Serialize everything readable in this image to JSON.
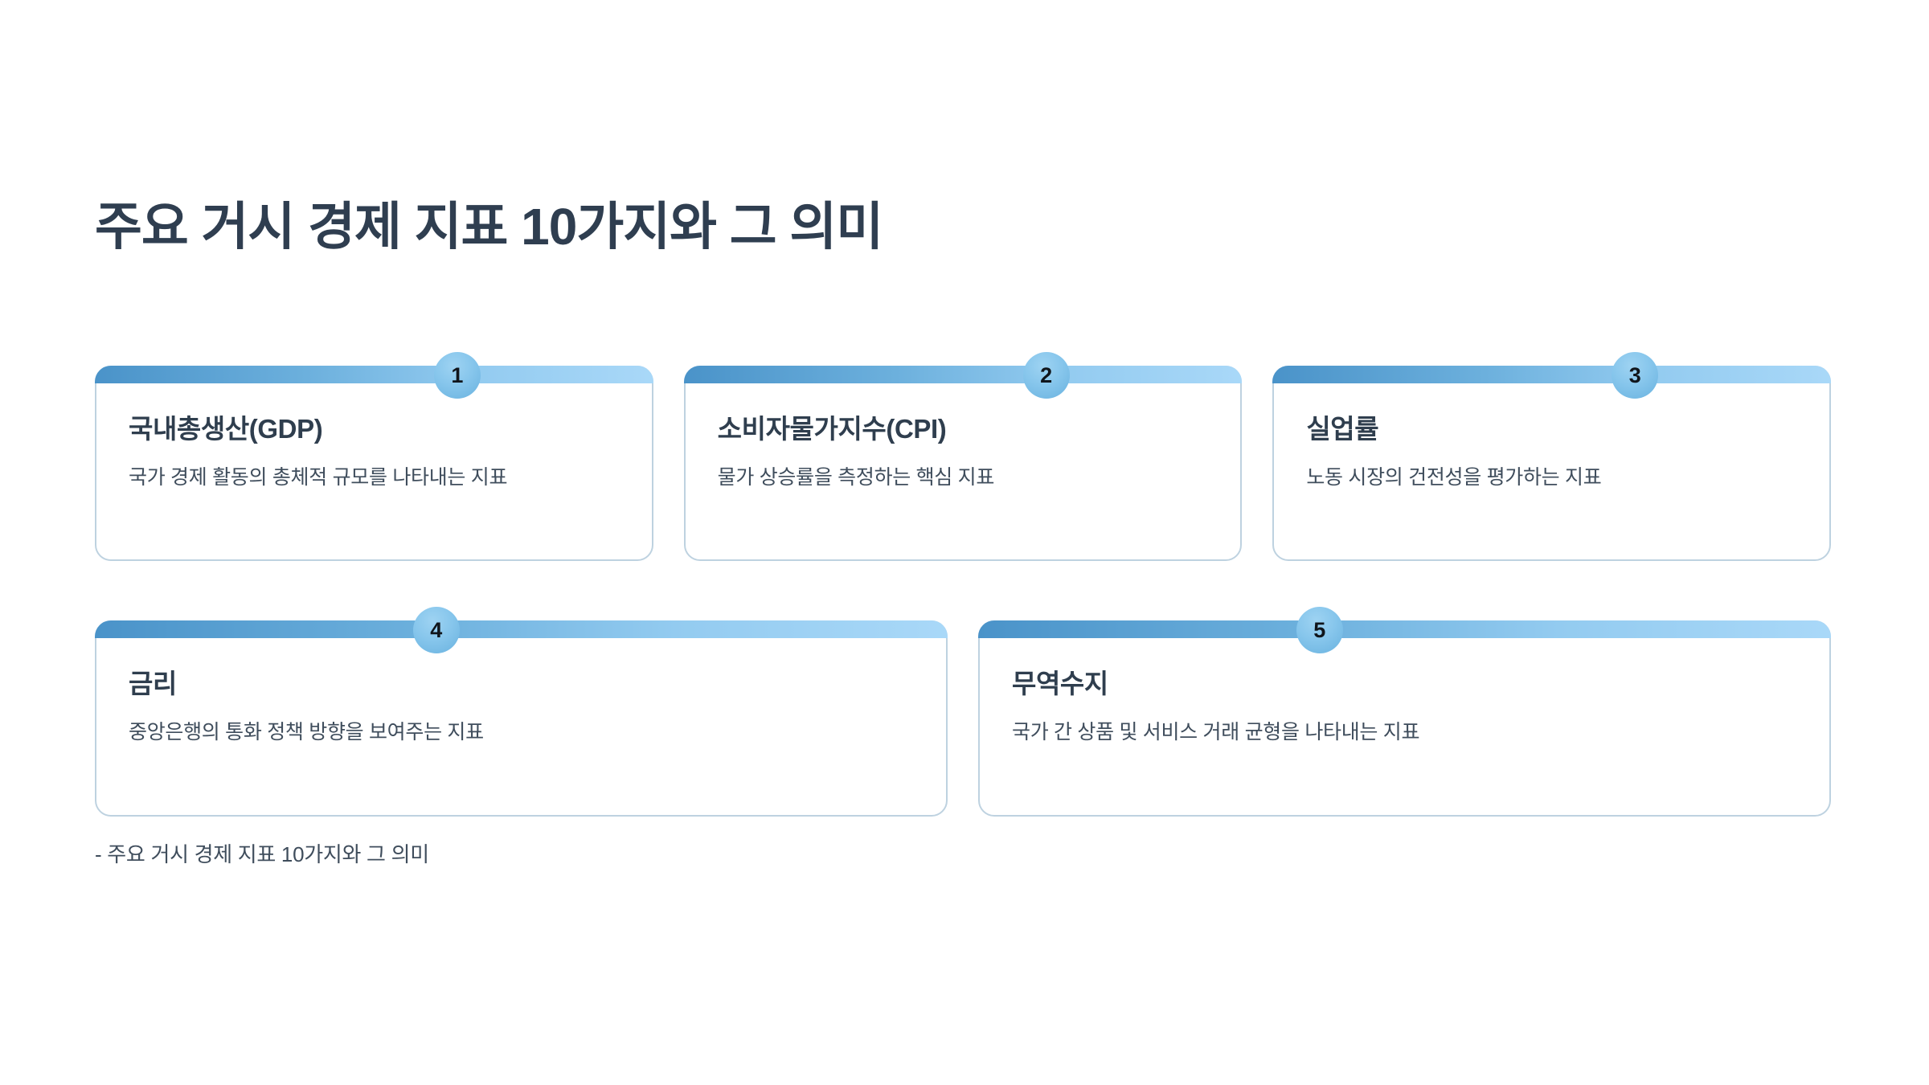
{
  "page": {
    "title": "주요 거시 경제 지표 10가지와 그 의미",
    "footer_caption": "- 주요 거시 경제 지표 10가지와 그 의미",
    "background_color": "#ffffff",
    "title_color": "#2f3e50",
    "accent_bar_gradient_from": "#4a93c9",
    "accent_bar_gradient_to": "#a9d8f8",
    "badge_color": "#87c6ec",
    "card_border_color": "#bed2e0"
  },
  "rows": [
    {
      "cards": [
        {
          "number": "1",
          "title": "국내총생산(GDP)",
          "description": "국가 경제 활동의 총체적 규모를 나타내는 지표"
        },
        {
          "number": "2",
          "title": "소비자물가지수(CPI)",
          "description": "물가 상승률을 측정하는 핵심 지표"
        },
        {
          "number": "3",
          "title": "실업률",
          "description": "노동 시장의 건전성을 평가하는 지표"
        }
      ]
    },
    {
      "cards": [
        {
          "number": "4",
          "title": "금리",
          "description": "중앙은행의 통화 정책 방향을 보여주는 지표"
        },
        {
          "number": "5",
          "title": "무역수지",
          "description": "국가 간 상품 및 서비스 거래 균형을 나타내는 지표"
        }
      ]
    }
  ]
}
